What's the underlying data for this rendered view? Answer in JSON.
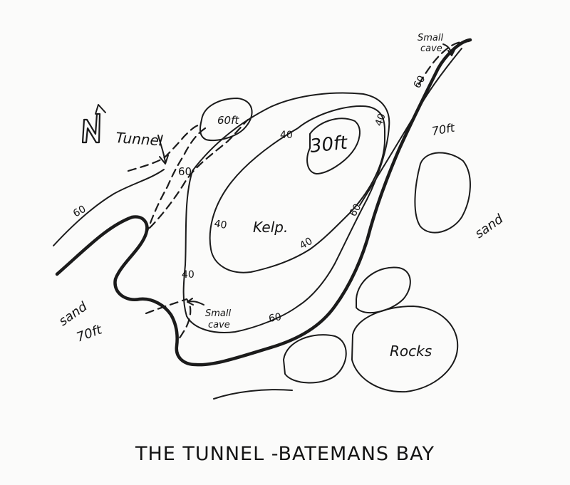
{
  "title": "THE TUNNEL  -BATEMANS BAY",
  "north_symbol": "N",
  "labels": {
    "tunnel": "Tunnel",
    "small_cave_top": [
      "Small",
      "cave"
    ],
    "small_cave_bottom": [
      "Small",
      "cave"
    ],
    "kelp": "Kelp.",
    "rocks": "Rocks",
    "sand_right": "sand",
    "sand_left": "sand",
    "depth_60ft_island": "60ft",
    "depth_30ft": "30ft",
    "depth_70ft_right": "70ft",
    "depth_70ft_left": "70ft"
  },
  "contour_depths": {
    "c40_top": "40",
    "c40_upper_right": "40",
    "c40_left": "40",
    "c40_center": "40",
    "c40_bottom_left": "40",
    "c60_tunnel": "60",
    "c60_far_left": "60",
    "c60_upper_right": "60",
    "c60_right": "60",
    "c60_bottom": "60"
  },
  "colors": {
    "ink": "#1b1b1b",
    "paper": "#fbfbfa"
  }
}
